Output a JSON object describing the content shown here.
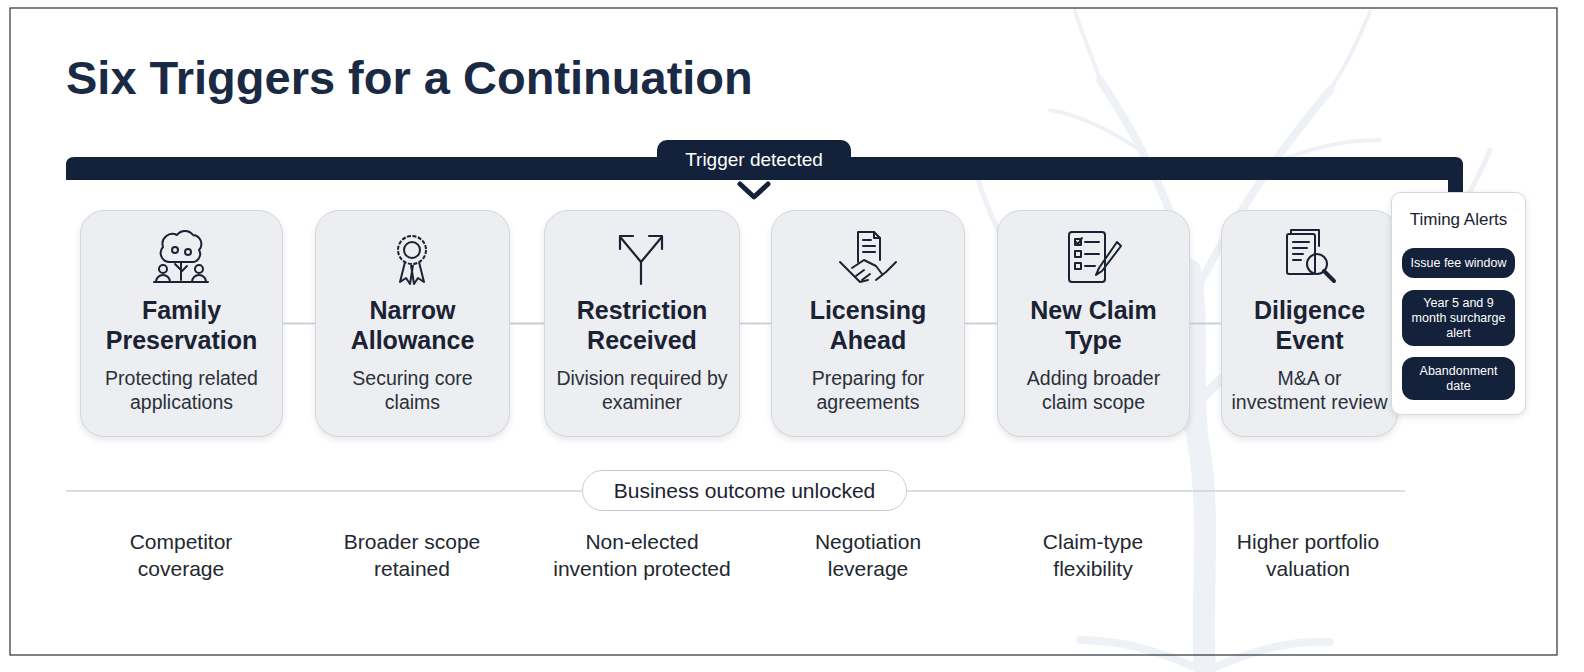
{
  "diagram": {
    "title": "Six Triggers for a Continuation",
    "nodes": [
      {
        "text": [
          "Trigger detected"
        ]
      },
      {
        "text": [
          "Family Preservation",
          "Protecting related applications"
        ]
      },
      {
        "text": [
          "Narrow Allowance",
          "Securing core claims"
        ]
      },
      {
        "text": [
          "Restriction Received",
          "Division required by examiner"
        ]
      },
      {
        "text": [
          "Licensing Ahead",
          "Preparing for agreements"
        ]
      },
      {
        "text": [
          "New Claim Type",
          "Adding broader claim scope"
        ]
      },
      {
        "text": [
          "Diligence Event",
          "M&A or investment review"
        ]
      },
      {
        "text": [
          "Timing Alerts"
        ]
      },
      {
        "text": [
          "Issue fee window"
        ],
        "in": 7
      },
      {
        "text": [
          "Year 5 and 9 month surcharge alert"
        ],
        "in": 7
      },
      {
        "text": [
          "Abandonment date"
        ],
        "in": 7
      },
      {
        "text": [
          "Business outcome unlocked"
        ]
      }
    ],
    "edges": [
      {
        "from": 1,
        "to": 2,
        "arrow": "none"
      },
      {
        "from": 2,
        "to": 3,
        "arrow": "none"
      },
      {
        "from": 3,
        "to": 4,
        "arrow": "none"
      },
      {
        "from": 4,
        "to": 5,
        "arrow": "none"
      },
      {
        "from": 5,
        "to": 6,
        "arrow": "none"
      }
    ],
    "labels": [
      "Competitor coverage",
      "Broader scope retained",
      "Non-elected invention protected",
      "Negotiation leverage",
      "Claim-type flexibility",
      "Higher portfolio valuation"
    ]
  }
}
